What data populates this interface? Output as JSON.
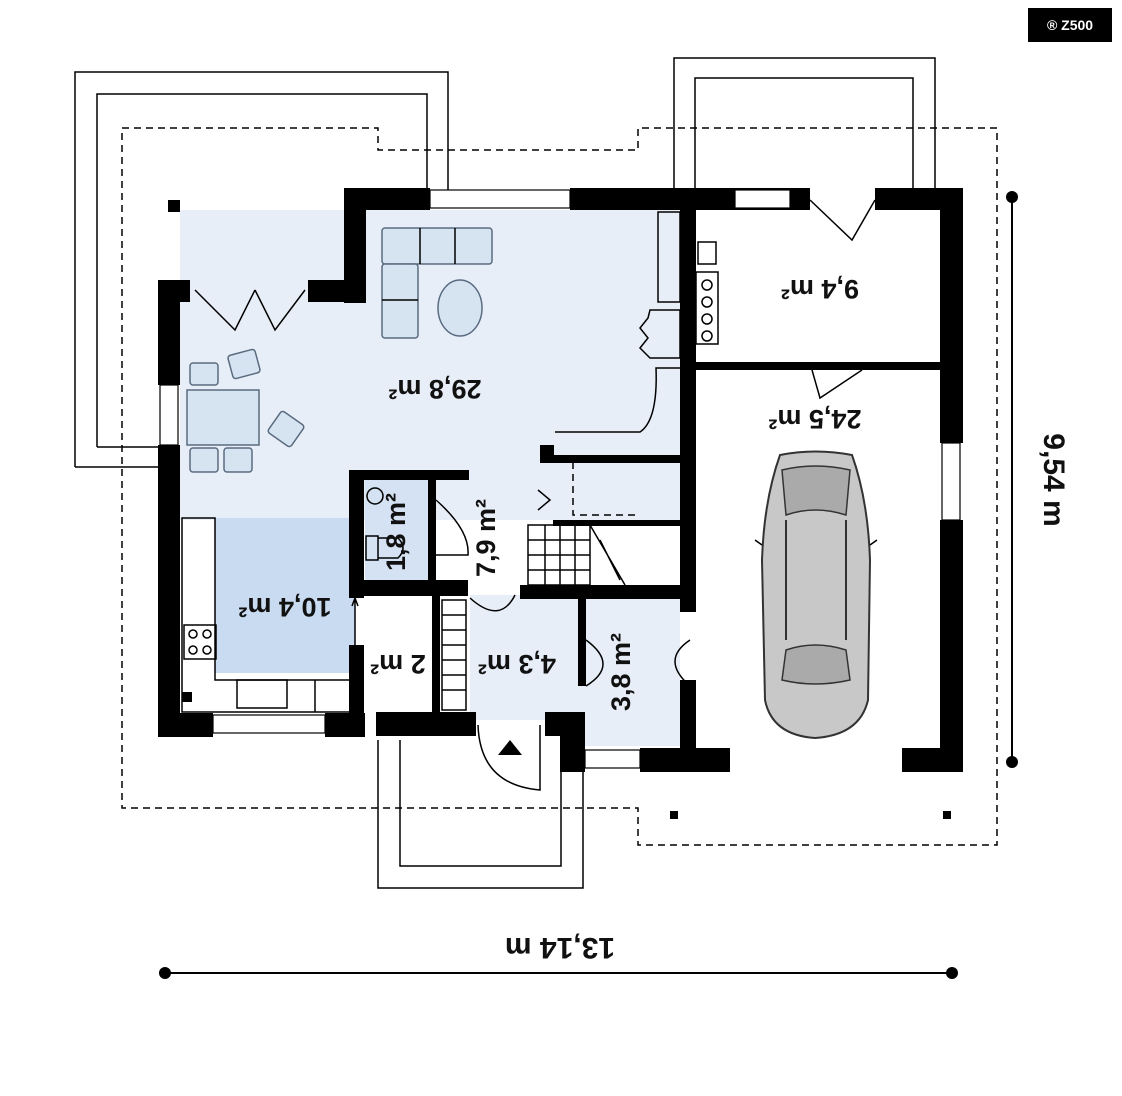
{
  "badge": {
    "text": "® Z500"
  },
  "dimensions": {
    "width_label": "13,14 m",
    "depth_label": "9,54 m"
  },
  "rooms": {
    "living": "29,8 m²",
    "kitchen": "10,4 m²",
    "wc": "1,8 m²",
    "hall": "7,9 m²",
    "closet": "2 m²",
    "vestibule": "4,3 m²",
    "storage": "3,8 m²",
    "boiler": "9,4 m²",
    "garage": "24,5 m²"
  }
}
